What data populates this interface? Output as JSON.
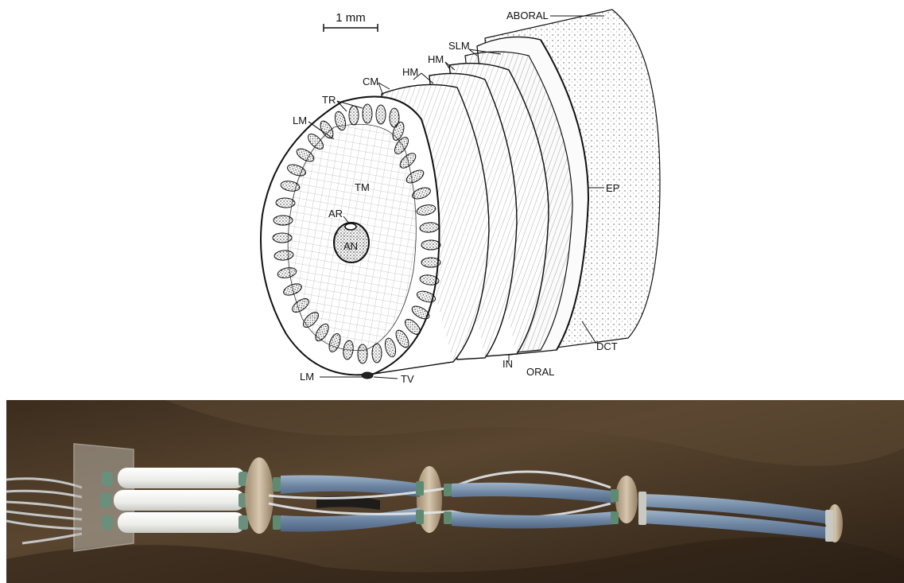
{
  "scale_bar": {
    "label": "1 mm"
  },
  "labels": {
    "aboral": "ABORAL",
    "slm": "SLM",
    "hm1": "HM",
    "hm2": "HM",
    "cm": "CM",
    "tr": "TR",
    "lm_top": "LM",
    "tm": "TM",
    "ar": "AR",
    "an": "AN",
    "ep": "EP",
    "dct": "DCT",
    "in": "IN",
    "oral": "ORAL",
    "lm_bottom": "LM",
    "tv": "TV"
  },
  "colors": {
    "ink": "#111111",
    "cloth": "#4a3826",
    "sleeve_blue": "#7d93ad",
    "sleeve_white": "#efefec",
    "ring": "#cbb899"
  }
}
